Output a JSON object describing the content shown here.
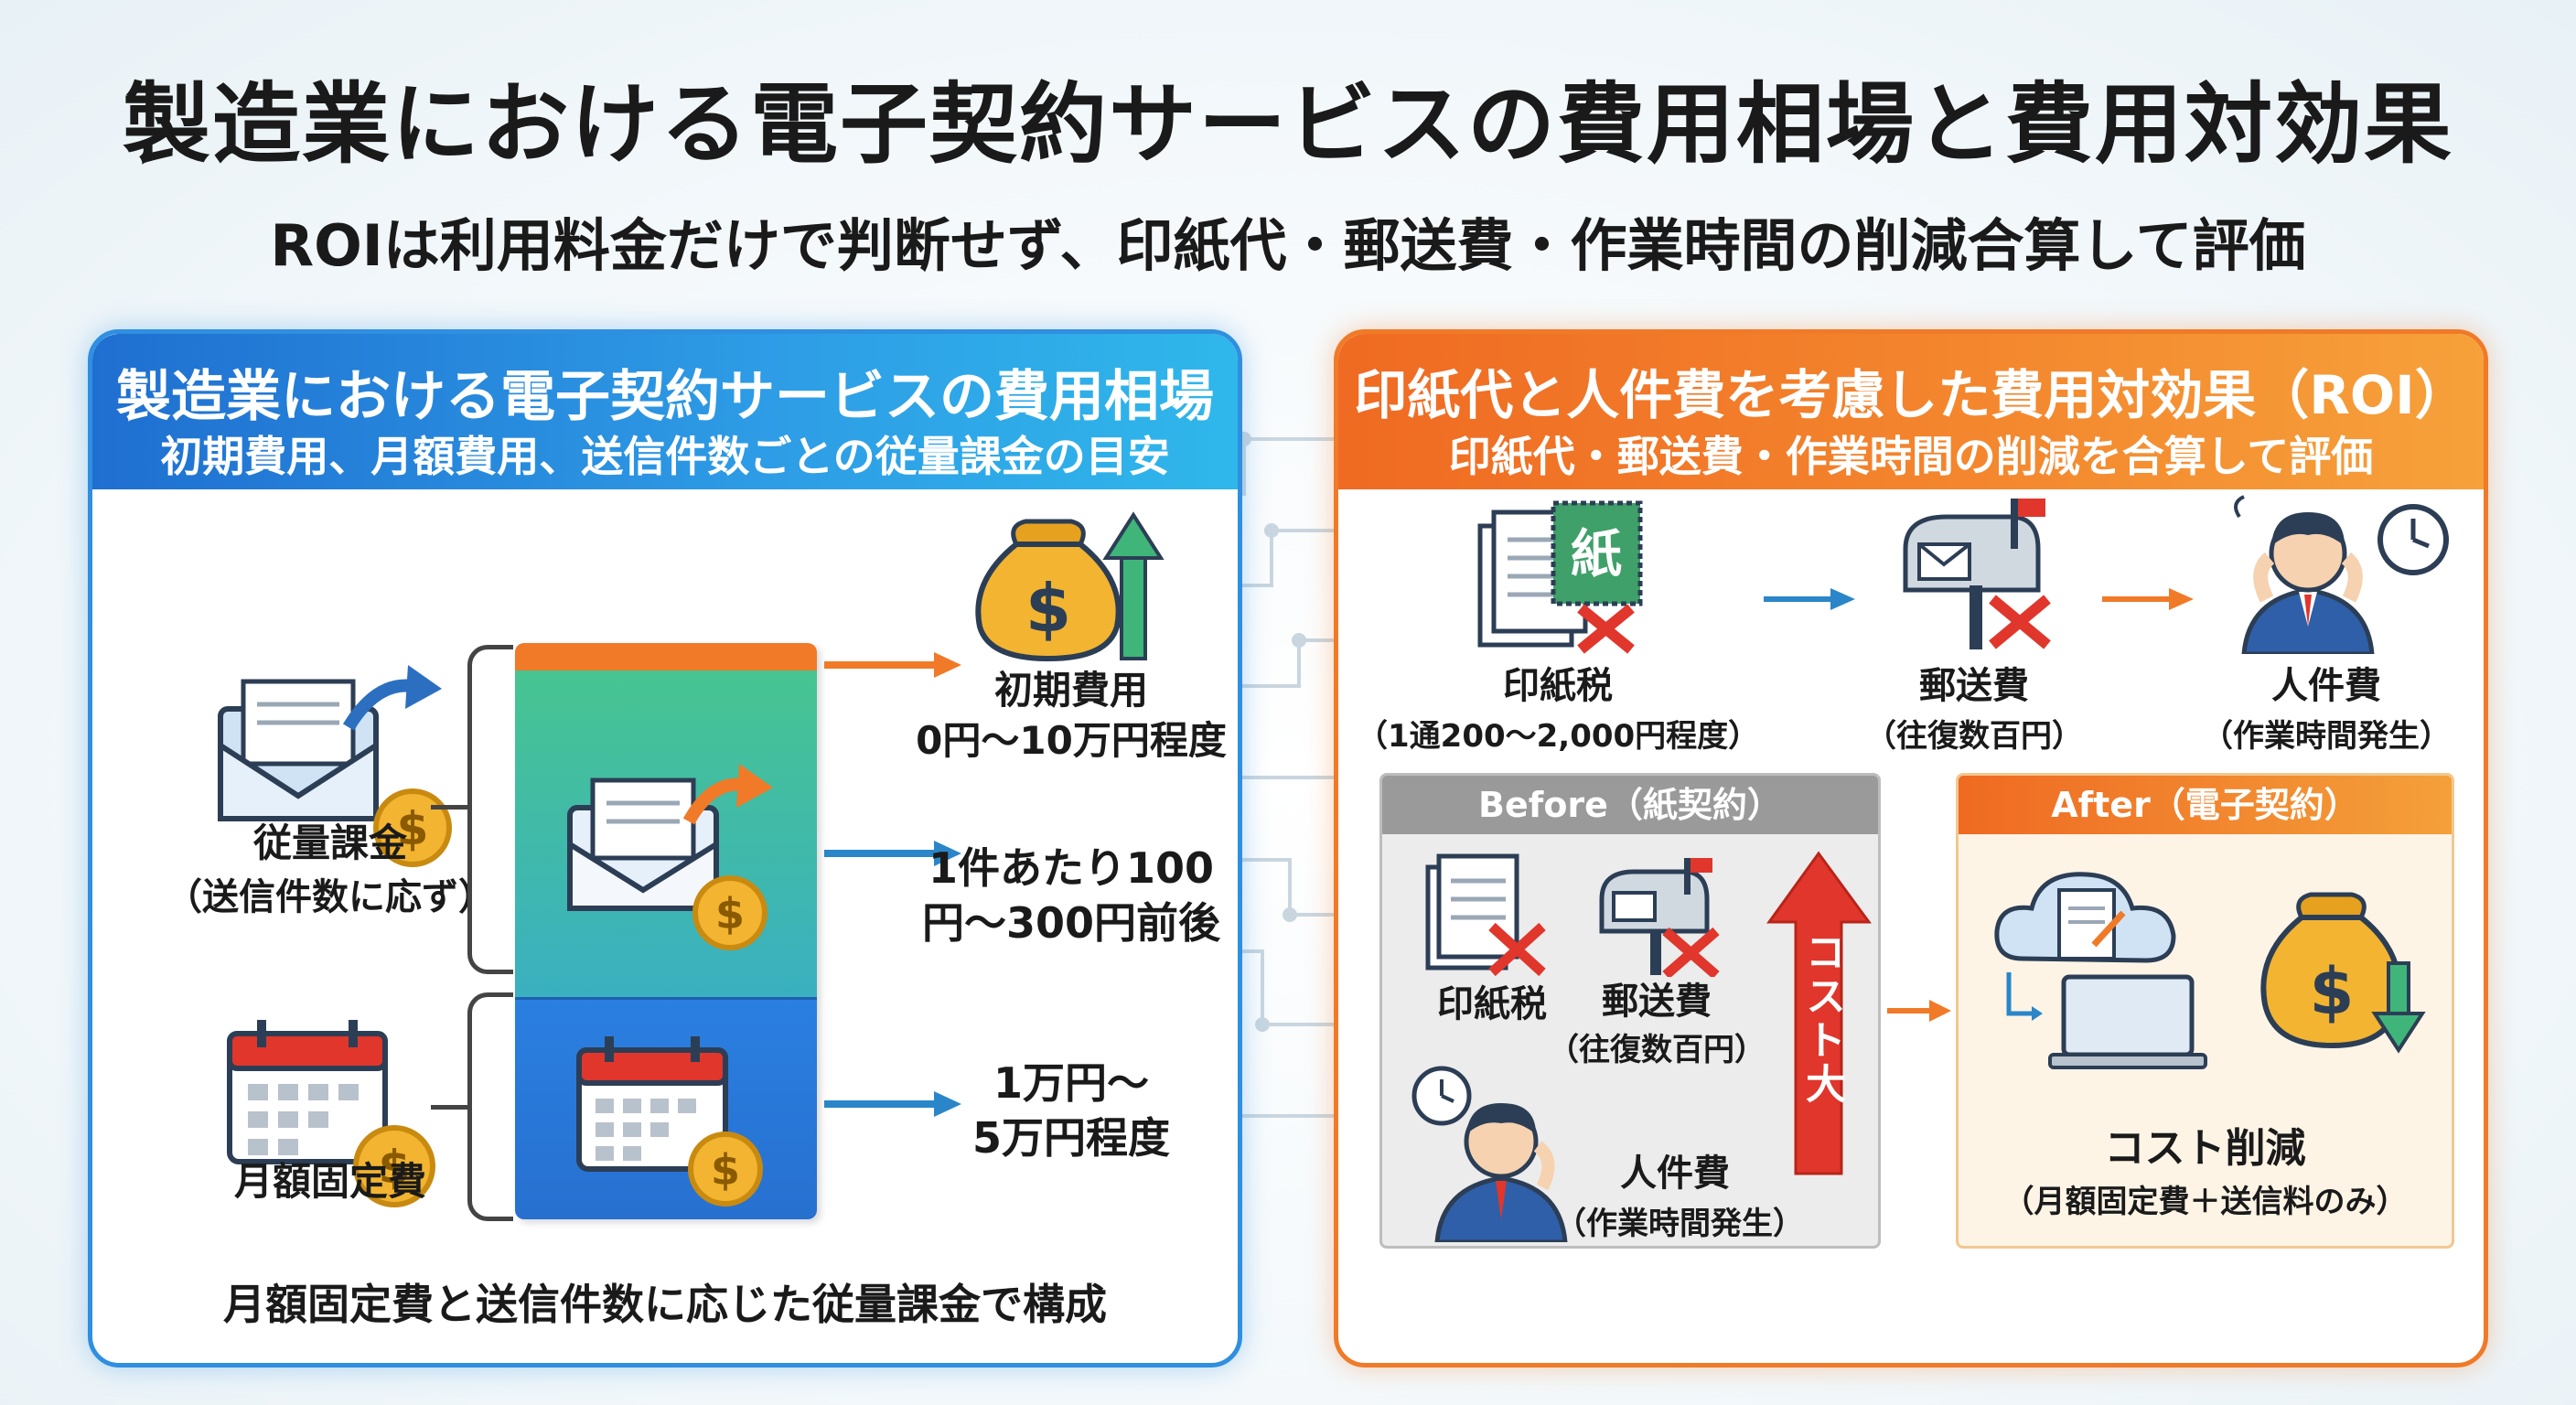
{
  "title": "製造業における電子契約サービスの費用相場と費用対効果",
  "subtitle": "ROIは利用料金だけで判断せず、印紙代・郵送費・作業時間の削減合算して評価",
  "left_panel": {
    "title": "製造業における電子契約サービスの費用相場",
    "subtitle": "初期費用、月額費用、送信件数ごとの従量課金の目安",
    "usage_fee": {
      "label": "従量課金",
      "sublabel": "（送信件数に応ず）"
    },
    "monthly_fee": {
      "label": "月額固定費"
    },
    "initial": {
      "label": "初期費用",
      "value": "0円〜10万円程度"
    },
    "per_send": {
      "line1": "1件あたり100",
      "line2": "円〜300円前後"
    },
    "monthly_value": {
      "line1": "1万円〜",
      "line2": "5万円程度"
    },
    "footer": "月額固定費と送信件数に応じた従量課金で構成"
  },
  "right_panel": {
    "title": "印紙代と人件費を考慮した費用対効果（ROI）",
    "subtitle": "印紙代・郵送費・作業時間の削減を合算して評価",
    "stamp_char": "紙",
    "stamp_tax": {
      "label": "印紙税",
      "sublabel": "（1通200〜2,000円程度）"
    },
    "postage": {
      "label": "郵送費",
      "sublabel": "（往復数百円）"
    },
    "labor": {
      "label": "人件費",
      "sublabel": "（作業時間発生）"
    },
    "before": {
      "header": "Before（紙契約）",
      "stamp_tax": "印紙税",
      "postage": "郵送費",
      "postage_sub": "（往復数百円）",
      "labor": "人件費",
      "labor_sub": "（作業時間発生）",
      "cost_label": "コスト大"
    },
    "after": {
      "header": "After（電子契約）",
      "label": "コスト削減",
      "sublabel": "（月額固定費＋送信料のみ）"
    }
  },
  "colors": {
    "blue": "#2f8fe0",
    "orange": "#f07a28",
    "green": "#3fb57a",
    "red": "#e0362c",
    "gold": "#f2b431"
  }
}
